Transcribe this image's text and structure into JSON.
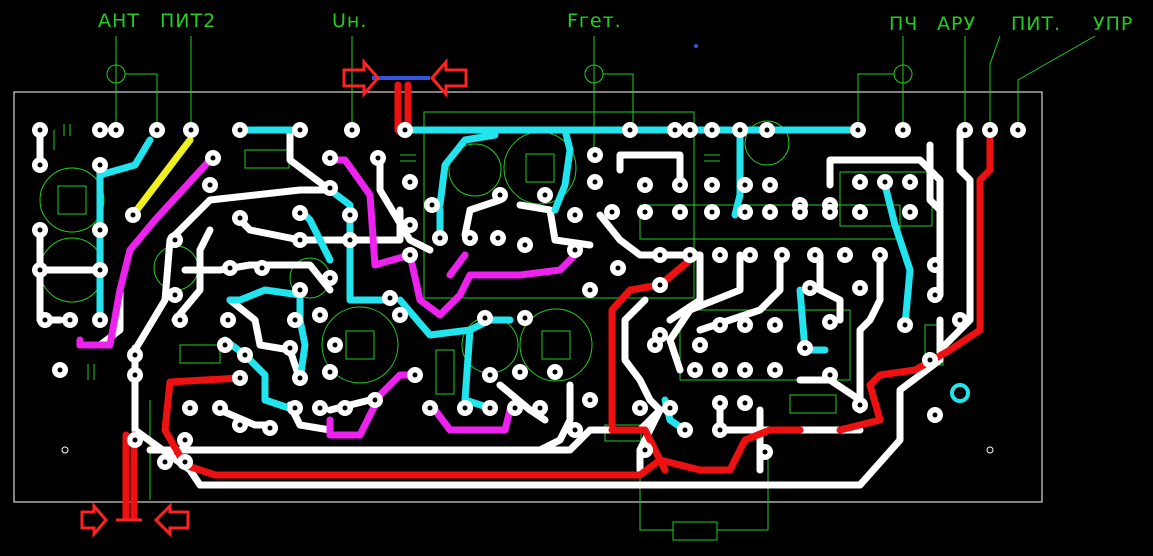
{
  "labels": {
    "ant": "АНТ",
    "pit2": "ПИТ2",
    "uh": "Uн.",
    "fget": "Fгет.",
    "pch": "ПЧ",
    "aru": "АРУ",
    "pit": "ПИТ.",
    "upr": "УПР"
  },
  "colors": {
    "background": "#000000",
    "silkscreen": "#22cc22",
    "board_outline": "#ffffff",
    "trace_white": "#ffffff",
    "trace_cyan": "#22e4ee",
    "trace_magenta": "#ee22ee",
    "trace_red": "#ee1111",
    "trace_yellow": "#f0f020",
    "trace_blue": "#3355dd",
    "arrow_outline": "#ff2222"
  }
}
